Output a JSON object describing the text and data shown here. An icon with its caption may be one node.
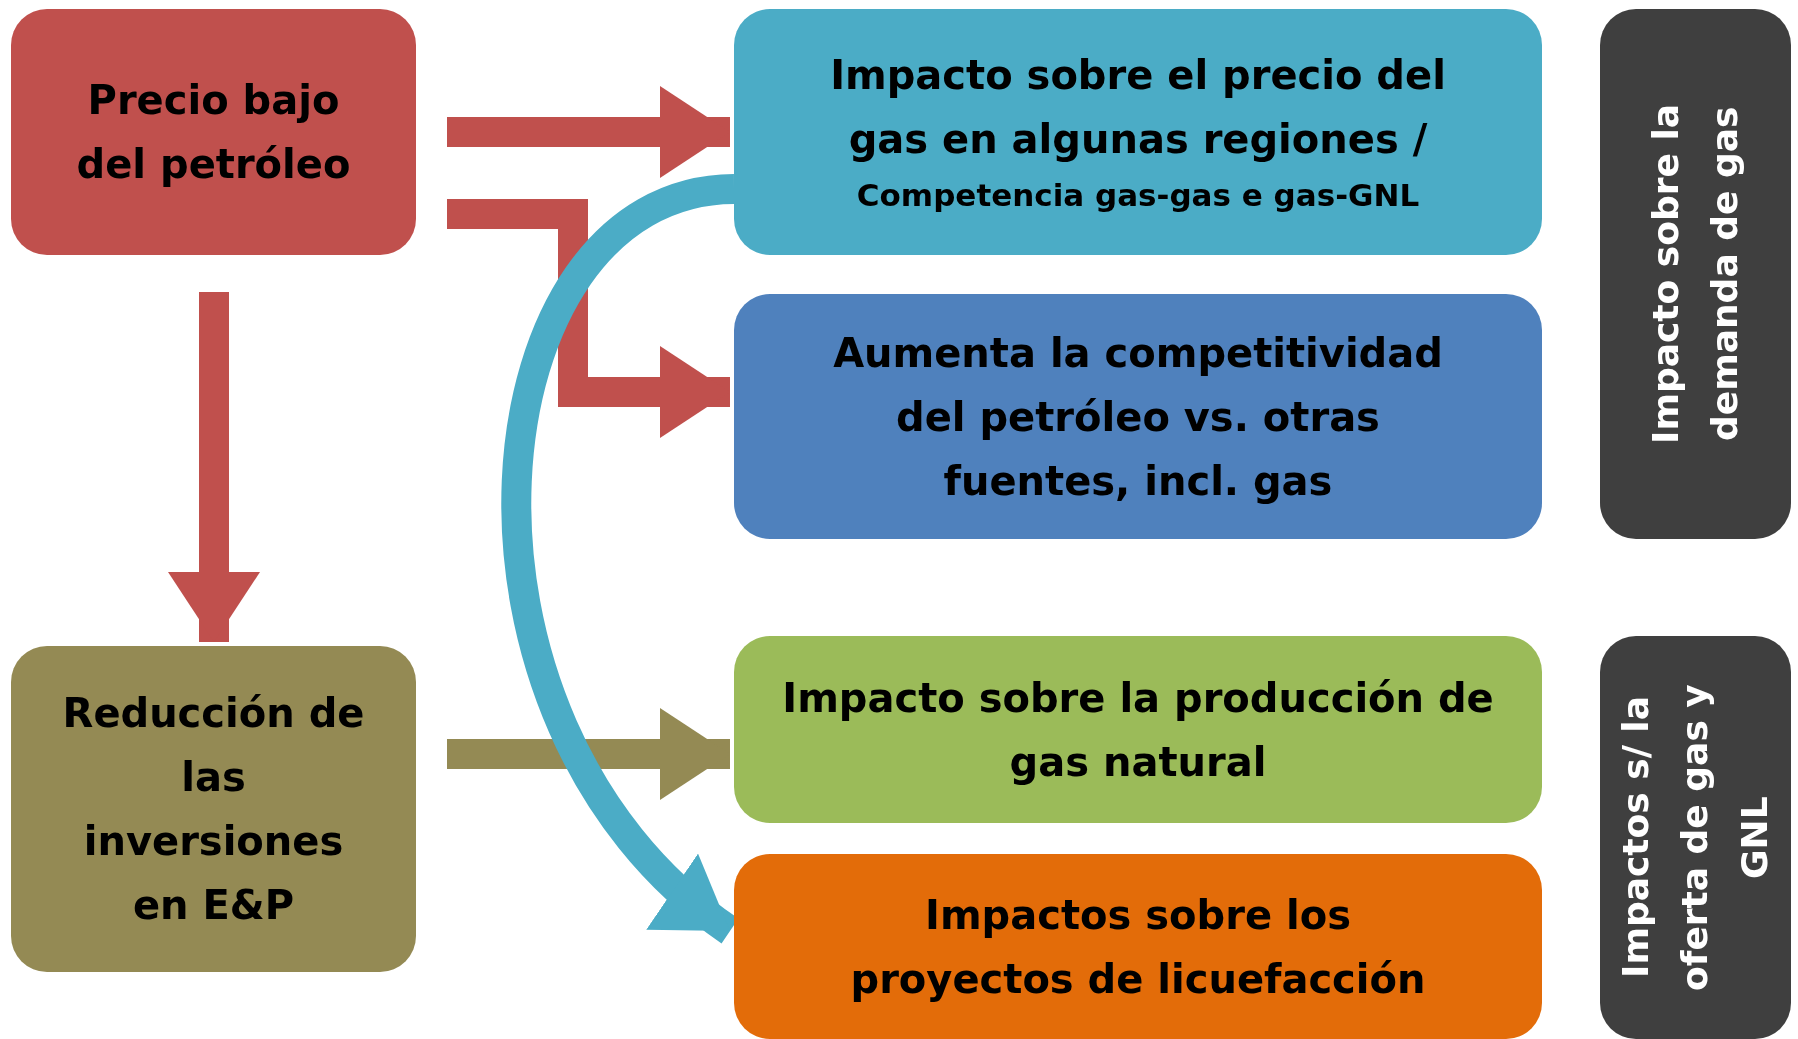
{
  "diagram": {
    "nodes": [
      {
        "text": [
          "Precio bajo del petróleo"
        ]
      },
      {
        "text": [
          "Impacto sobre el precio del gas en algunas regiones /",
          "Competencia gas-gas e gas-GNL"
        ]
      },
      {
        "text": [
          "Aumenta la competitividad del petróleo vs. otras fuentes, incl. gas"
        ]
      },
      {
        "text": [
          "Impacto sobre la demanda de gas"
        ]
      },
      {
        "text": [
          "Reducción de las inversiones en E&P"
        ]
      },
      {
        "text": [
          "Impacto sobre la producción de gas natural"
        ]
      },
      {
        "text": [
          "Impactos sobre los proyectos de licuefacción"
        ]
      },
      {
        "text": [
          "Impactos s/ la oferta de gas y GNL"
        ]
      }
    ],
    "edges": [
      {
        "from": 0,
        "to": 1,
        "arrow": "to"
      },
      {
        "from": 0,
        "to": 2,
        "arrow": "to"
      },
      {
        "from": 0,
        "to": 4,
        "arrow": "to"
      },
      {
        "from": 4,
        "to": 5,
        "arrow": "to",
        "color": "#948a54"
      },
      {
        "from": 1,
        "to": 6,
        "arrow": "to",
        "color": "#4bacc6"
      }
    ]
  }
}
